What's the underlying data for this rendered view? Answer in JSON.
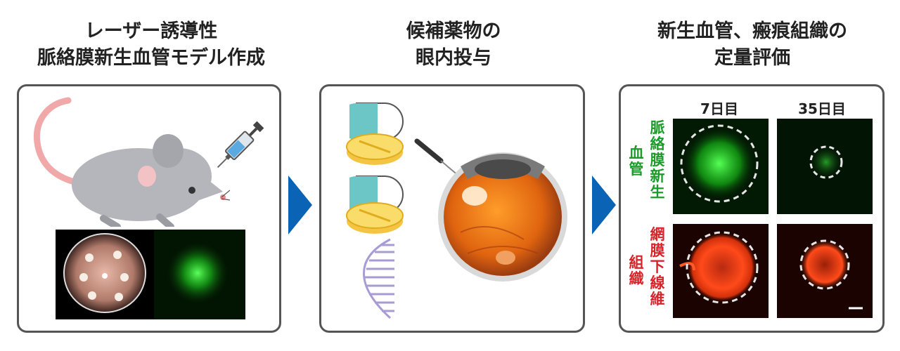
{
  "steps": [
    {
      "title_line1": "レーザー誘導性",
      "title_line2": "脈絡膜新生血管モデル作成"
    },
    {
      "title_line1": "候補薬物の",
      "title_line2": "眼内投与"
    },
    {
      "title_line1": "新生血管、瘢痕組織の",
      "title_line2": "定量評価"
    }
  ],
  "evaluation": {
    "days": [
      "7日目",
      "35日目"
    ],
    "rows": [
      {
        "group": "血管",
        "sublabel": "脈絡膜新生"
      },
      {
        "group": "組織",
        "sublabel": "網膜下線維"
      }
    ]
  },
  "colors": {
    "arrow": "#0b63b6",
    "green_label": "#1c9a2a",
    "red_label": "#d8232a"
  }
}
